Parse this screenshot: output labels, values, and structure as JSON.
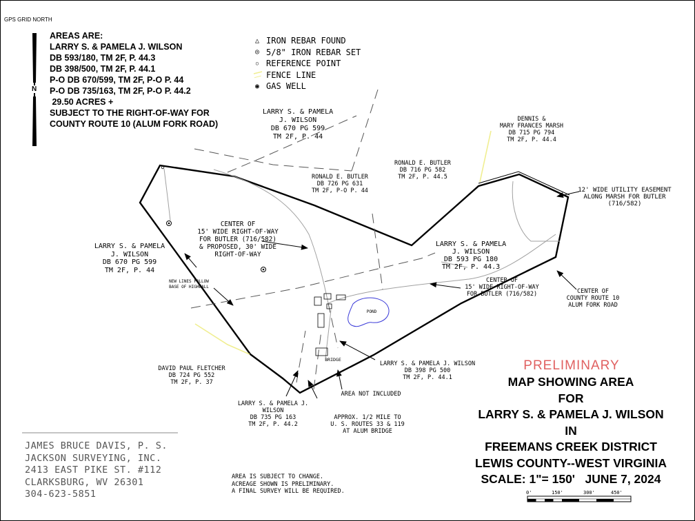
{
  "north_label": "GPS GRID NORTH",
  "north_letter": "N",
  "areas": [
    "AREAS ARE:",
    "LARRY S. & PAMELA J. WILSON",
    "DB 593/180, TM 2F, P. 44.3",
    "DB 398/500, TM 2F, P. 44.1",
    "P-O DB 670/599, TM 2F, P-O P. 44",
    "P-O DB 735/163, TM 2F, P-O P. 44.2",
    " 29.50 ACRES +",
    "SUBJECT TO THE RIGHT-OF-WAY FOR",
    "COUNTY ROUTE 10 (ALUM FORK ROAD)"
  ],
  "legend": [
    {
      "symbol": "iron-rebar-found",
      "label": "IRON REBAR FOUND"
    },
    {
      "symbol": "iron-rebar-set",
      "label": "5/8\" IRON REBAR SET"
    },
    {
      "symbol": "reference-point",
      "label": "REFERENCE POINT"
    },
    {
      "symbol": "fence-line",
      "label": "FENCE LINE"
    },
    {
      "symbol": "gas-well",
      "label": "GAS WELL"
    }
  ],
  "map_labels": {
    "wilson_670_top": "LARRY S. & PAMELA\nJ. WILSON\nDB 670 PG 599\nTM 2F, P. 44",
    "marsh": "DENNIS &\nMARY FRANCES MARSH\nDB 715 PG 794\nTM 2F, P. 44.4",
    "butler_716": "RONALD E. BUTLER\nDB 716 PG 582\nTM 2F, P. 44.5",
    "butler_726": "RONALD E. BUTLER\nDB 726 PG 631\nTM 2F, P-O P. 44",
    "utility_easement": "12' WIDE UTILITY EASEMENT\nALONG MARSH FOR BUTLER\n(716/582)",
    "center_row_15": "CENTER OF\n15' WIDE RIGHT-OF-WAY\nFOR BUTLER (716/582)\n& PROPOSED, 30' WIDE\nRIGHT-OF-WAY",
    "wilson_670_left": "LARRY S. & PAMELA\nJ. WILSON\nDB 670 PG 599\nTM 2F, P. 44",
    "wilson_593": "LARRY S. & PAMELA\nJ. WILSON\nDB 593 PG 180\nTM 2F, P. 44.3",
    "center_row_right": "CENTER OF\n15' WIDE RIGHT-OF-WAY\nFOR BUTLER (716/582)",
    "center_route_10": "CENTER OF\nCOUNTY ROUTE 10\nALUM FORK ROAD",
    "new_lines": "NEW LINES FOLLOW\nBASE OF HIGHWALL",
    "pond": "POND",
    "bridge": "BRIDGE",
    "wilson_398": "LARRY S. & PAMELA J. WILSON\nDB 398 PG 500\nTM 2F, P. 44.1",
    "fletcher": "DAVID PAUL FLETCHER\nDB 724 PG 552\nTM 2F, P. 37",
    "area_not_included": "AREA NOT INCLUDED",
    "wilson_735": "LARRY S. & PAMELA J.\nWILSON\nDB 735 PG 163\nTM 2F, P. 44.2",
    "alum_bridge": "APPROX. 1/2 MILE TO\nU. S. ROUTES 33 & 119\nAT ALUM BRIDGE"
  },
  "title": {
    "preliminary": "PRELIMINARY",
    "lines": [
      "MAP SHOWING AREA",
      "FOR",
      "LARRY S. & PAMELA J. WILSON",
      "IN",
      "FREEMANS CREEK DISTRICT",
      "LEWIS COUNTY--WEST VIRGINIA",
      "SCALE: 1\"= 150'   JUNE 7, 2024"
    ]
  },
  "scale_bar": {
    "labels": [
      "0'",
      "150'",
      "300'",
      "450'"
    ]
  },
  "surveyor": [
    "JAMES BRUCE DAVIS, P. S.",
    "JACKSON SURVEYING, INC.",
    "2413 EAST PIKE ST. #112",
    "CLARKSBURG, WV 26301",
    "304-623-5851"
  ],
  "note": [
    "AREA IS SUBJECT TO CHANGE.",
    "ACREAGE SHOWN IS PRELIMINARY.",
    "A FINAL SURVEY WILL BE REQUIRED."
  ],
  "colors": {
    "fence": "#f0ee90",
    "pond": "#3a3ad8",
    "preliminary": "#e06060",
    "road": "#a0a0a0"
  }
}
